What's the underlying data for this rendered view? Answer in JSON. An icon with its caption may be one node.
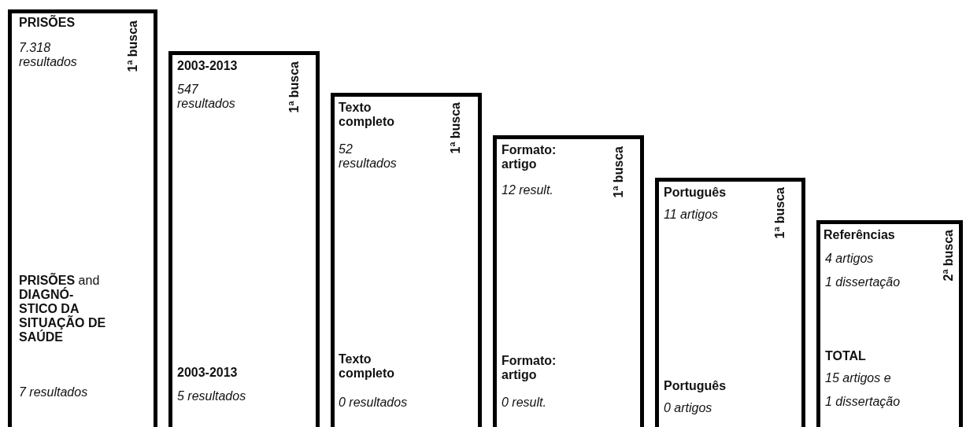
{
  "diagram": {
    "nodes": [
      {
        "text": [
          "PRISÕES",
          "7.318 resultados",
          "**PRISÕES** and **DIAGNÓ- STICO DA SITUAÇÃO DE SAÚDE**",
          "7 resultados",
          "1ª busca"
        ]
      },
      {
        "text": [
          "2003-2013",
          "547 resultados",
          "2003-2013",
          "5 resultados",
          "1ª busca"
        ]
      },
      {
        "text": [
          "Texto completo",
          "52 resultados",
          "Texto completo",
          "0 resultados",
          "1ª busca"
        ]
      },
      {
        "text": [
          "Formato: artigo",
          "12 result.",
          "Formato: artigo",
          "0 result.",
          "1ª busca"
        ]
      },
      {
        "text": [
          "Português",
          "11 artigos",
          "Português",
          "0 artigos",
          "1ª busca"
        ]
      },
      {
        "text": [
          "Referências",
          "4 artigos",
          "1 dissertação",
          "TOTAL",
          "15 artigos e",
          "1 dissertação",
          "2ª busca"
        ]
      }
    ]
  }
}
